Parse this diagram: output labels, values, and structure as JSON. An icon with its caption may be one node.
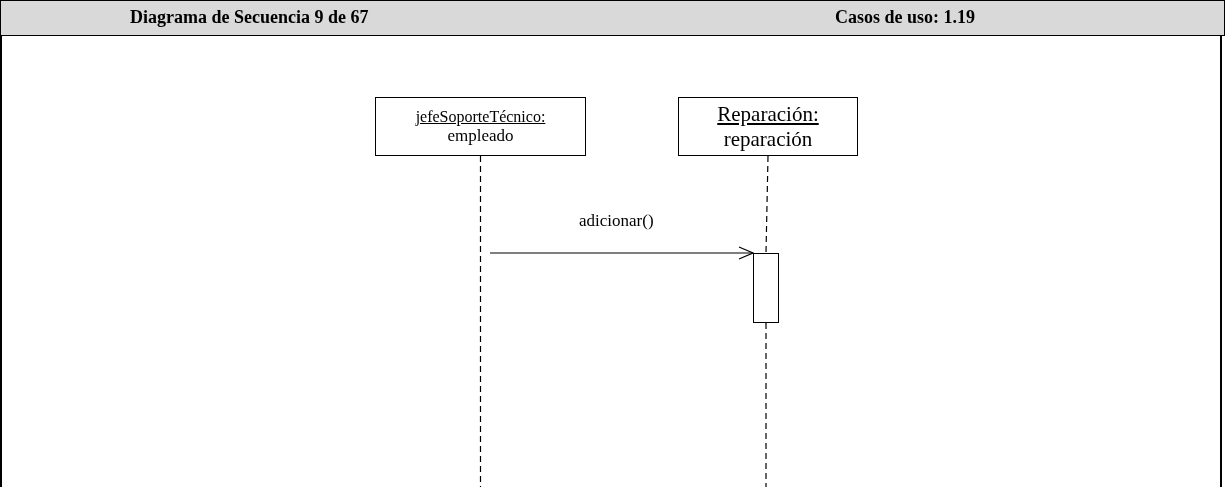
{
  "diagram": {
    "title": "Diagrama de Secuencia 9 de 67",
    "nodes": [
      {
        "text": [
          "jefeSoporteTécnico:",
          "empleado"
        ]
      },
      {
        "text": [
          "Reparación:",
          "reparación"
        ]
      },
      {
        "text": [],
        "shape": "bar"
      }
    ],
    "edges": [
      {
        "from": 0,
        "to": null,
        "arrow": "none",
        "style": "dashed"
      },
      {
        "from": 1,
        "to": 2,
        "arrow": "none",
        "style": "dashed"
      },
      {
        "from": null,
        "to": 2,
        "arrow": "to",
        "label": "adicionar()"
      },
      {
        "from": 2,
        "to": null,
        "arrow": "none",
        "style": "dashed"
      }
    ],
    "labels": [
      "Casos de uso: 1.19"
    ]
  }
}
